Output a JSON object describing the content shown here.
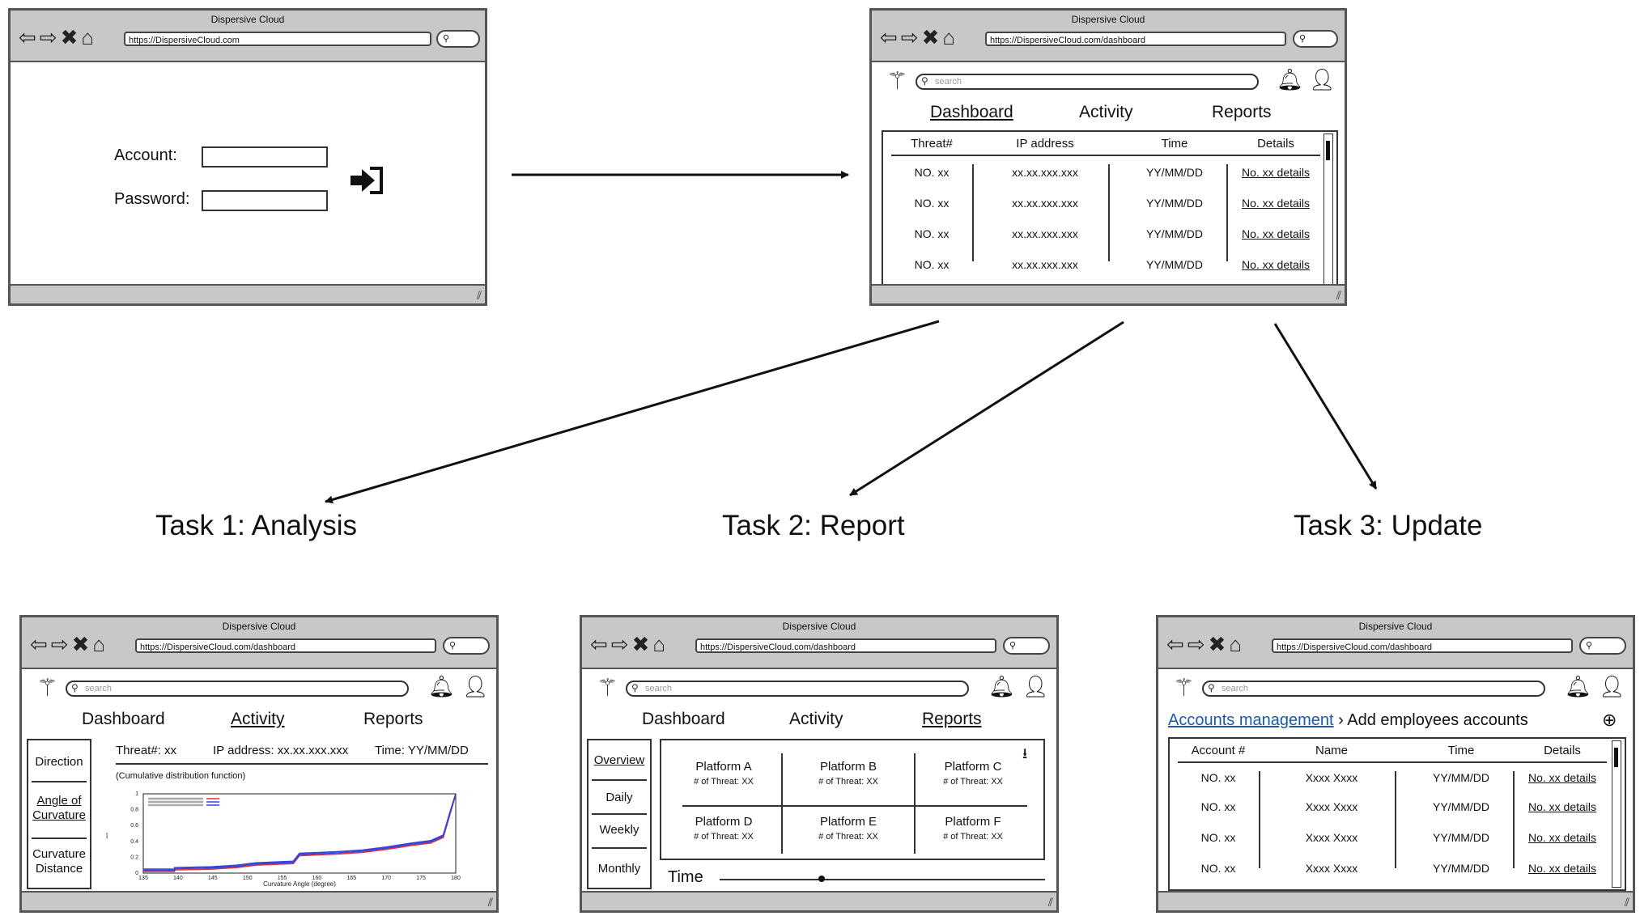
{
  "browser": {
    "title": "Dispersive Cloud",
    "url_home": "https://DispersiveCloud.com",
    "url_dashboard": "https://DispersiveCloud.com/dashboard"
  },
  "login": {
    "account_label": "Account:",
    "password_label": "Password:"
  },
  "app": {
    "search_placeholder": "search",
    "nav": [
      "Dashboard",
      "Activity",
      "Reports"
    ]
  },
  "dashboard_table": {
    "headers": [
      "Threat#",
      "IP address",
      "Time",
      "Details"
    ],
    "rows": [
      [
        "NO. xx",
        "xx.xx.xxx.xxx",
        "YY/MM/DD",
        "No. xx details"
      ],
      [
        "NO. xx",
        "xx.xx.xxx.xxx",
        "YY/MM/DD",
        "No. xx details"
      ],
      [
        "NO. xx",
        "xx.xx.xxx.xxx",
        "YY/MM/DD",
        "No. xx details"
      ],
      [
        "NO. xx",
        "xx.xx.xxx.xxx",
        "YY/MM/DD",
        "No. xx details"
      ]
    ]
  },
  "tasks": [
    "Task 1: Analysis",
    "Task 2: Report",
    "Task 3: Update"
  ],
  "analysis": {
    "side": [
      "Direction",
      "Angle of Curvature",
      "Curvature Distance"
    ],
    "info_threat": "Threat#: xx",
    "info_ip": "IP address: xx.xx.xxx.xxx",
    "info_time": "Time: YY/MM/DD",
    "plot_caption": "(Cumulative distribution function)",
    "plot_xlabel": "Curvature Angle (degree)",
    "plot_xticks": [
      "135",
      "140",
      "145",
      "150",
      "155",
      "160",
      "165",
      "170",
      "175",
      "180"
    ],
    "plot_yticks": [
      "0",
      "0.2",
      "0.4",
      "0.6",
      "0.8",
      "1"
    ]
  },
  "report": {
    "side": [
      "Overview",
      "Daily",
      "Weekly",
      "Monthly"
    ],
    "platforms": [
      {
        "name": "Platform A",
        "threat_label": "# of Threat:",
        "threat_value": "XX"
      },
      {
        "name": "Platform B",
        "threat_label": "# of Threat:",
        "threat_value": "XX"
      },
      {
        "name": "Platform C",
        "threat_label": "# of Threat:",
        "threat_value": "XX"
      },
      {
        "name": "Platform D",
        "threat_label": "# of Threat:",
        "threat_value": "XX"
      },
      {
        "name": "Platform E",
        "threat_label": "# of Threat:",
        "threat_value": "XX"
      },
      {
        "name": "Platform F",
        "threat_label": "# of Threat:",
        "threat_value": "XX"
      }
    ],
    "time_label": "Time"
  },
  "update": {
    "breadcrumb_link": "Accounts management",
    "breadcrumb_sep": "›",
    "breadcrumb_current": "Add employees accounts",
    "headers": [
      "Account #",
      "Name",
      "Time",
      "Details"
    ],
    "rows": [
      [
        "NO. xx",
        "Xxxx Xxxx",
        "YY/MM/DD",
        "No. xx details"
      ],
      [
        "NO. xx",
        "Xxxx Xxxx",
        "YY/MM/DD",
        "No. xx details"
      ],
      [
        "NO. xx",
        "Xxxx Xxxx",
        "YY/MM/DD",
        "No. xx details"
      ],
      [
        "NO. xx",
        "Xxxx Xxxx",
        "YY/MM/DD",
        "No. xx details"
      ]
    ]
  },
  "colors": {
    "chrome": "#c8c8c8",
    "link": "#1a5aa8",
    "series_blue": "#3344dd",
    "series_red": "#dd3333"
  }
}
